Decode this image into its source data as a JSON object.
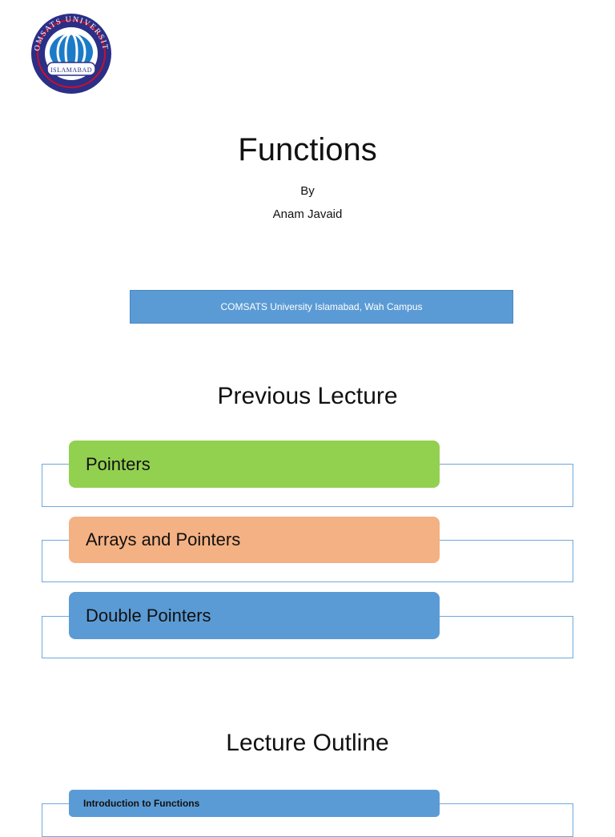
{
  "logo": {
    "name": "comsats-university-seal",
    "text_top": "COMSATS UNIVERSITY",
    "text_bottom": "ISLAMABAD",
    "colors": {
      "ring": "#2b2f86",
      "band": "#ffffff",
      "globe": "#1c7bc7",
      "accent": "#c8102e"
    }
  },
  "title": "Functions",
  "by_label": "By",
  "author": "Anam Javaid",
  "campus_banner": "COMSATS University Islamabad, Wah Campus",
  "previous_lecture": {
    "heading": "Previous Lecture",
    "items": [
      {
        "label": "Pointers",
        "color": "#92d050"
      },
      {
        "label": "Arrays and Pointers",
        "color": "#f4b183"
      },
      {
        "label": "Double Pointers",
        "color": "#5b9bd5"
      }
    ]
  },
  "lecture_outline": {
    "heading": "Lecture Outline",
    "items": [
      {
        "label": "Introduction to Functions",
        "color": "#5b9bd5"
      }
    ]
  },
  "colors": {
    "frame_border": "#6fa8dc",
    "banner_bg": "#5b9bd5"
  }
}
